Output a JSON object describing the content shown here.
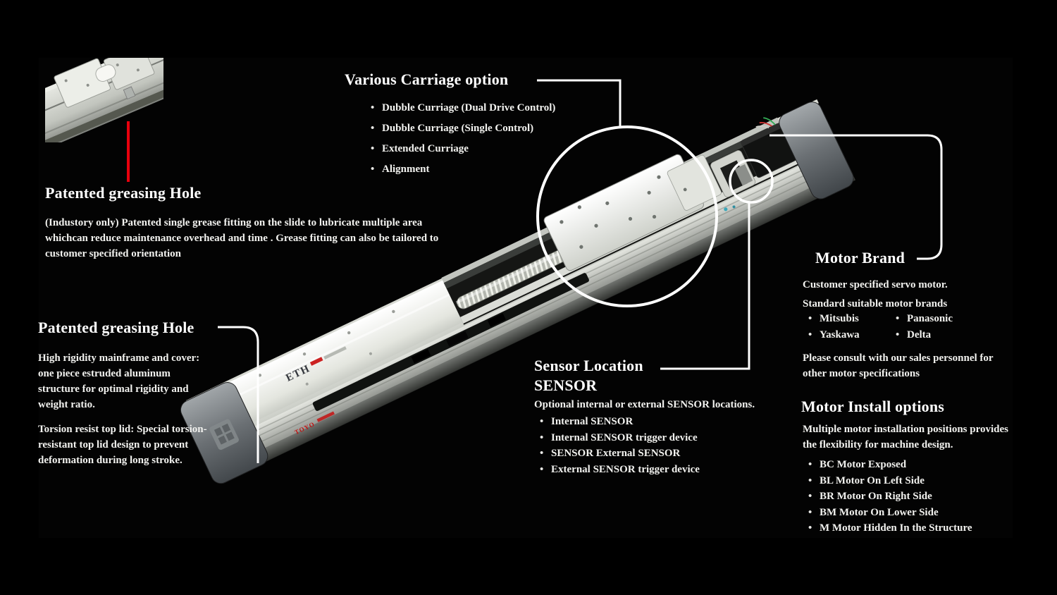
{
  "colors": {
    "background": "#000000",
    "text": "#f2f2ef",
    "callout_line": "#ffffff",
    "accent_red": "#e8000d",
    "logo_red": "#c41212"
  },
  "machine": {
    "model_label": "ETH",
    "logo_text": "TOYO"
  },
  "sections": {
    "inset_greasing": {
      "title": "Patented greasing Hole",
      "body": "(Industory only) Patented single grease fitting on the slide to lubricate multiple area whichcan reduce maintenance overhead and time . Grease fitting can also be tailored to customer specified orientation"
    },
    "carriage": {
      "title": "Various Carriage option",
      "items": [
        "Dubble Curriage (Dual Drive Control)",
        "Dubble Curriage (Single Control)",
        "Extended Curriage",
        "Alignment"
      ]
    },
    "greasing": {
      "title": "Patented greasing Hole",
      "para1": "High rigidity mainframe and cover: one piece estruded aluminum structure for optimal rigidity and weight ratio.",
      "para2": "Torsion resist top lid: Special torsion-resistant top lid design to prevent deformation during long stroke."
    },
    "sensor": {
      "title_line1": "Sensor Location",
      "title_line2": "SENSOR",
      "subtitle": "Optional internal or external SENSOR locations.",
      "items": [
        "Internal SENSOR",
        "Internal SENSOR trigger device",
        "SENSOR External SENSOR",
        "External SENSOR trigger device"
      ]
    },
    "motor_brand": {
      "title": "Motor Brand",
      "line1": "Customer specified servo motor.",
      "line2": "Standard suitable motor brands",
      "brands_col1": [
        "Mitsubis",
        "Yaskawa"
      ],
      "brands_col2": [
        "Panasonic",
        "Delta"
      ],
      "note": "Please consult with our sales personnel for other motor specifications"
    },
    "motor_install": {
      "title": "Motor Install options",
      "subtitle": "Multiple motor installation positions provides the flexibility for machine design.",
      "items": [
        "BC Motor Exposed",
        "BL Motor On Left Side",
        "BR Motor On Right Side",
        "BM Motor On Lower Side",
        "M Motor Hidden In the Structure"
      ]
    }
  }
}
